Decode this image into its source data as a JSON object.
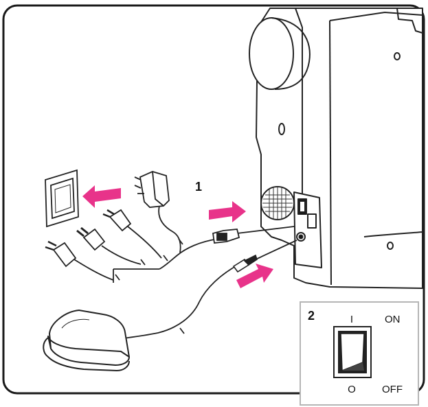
{
  "callouts": {
    "step1": "1",
    "step2": "2"
  },
  "switch_inset": {
    "on_symbol": "I",
    "on_label": "ON",
    "off_symbol": "O",
    "off_label": "OFF"
  },
  "colors": {
    "arrow": "#e8338a",
    "line": "#222222",
    "frame": "#1a1a1a",
    "inset_border": "#b5b5b5"
  },
  "icons": [
    "wall-socket-icon",
    "plug-adapter-icon",
    "europlug-icon",
    "us-plug-icon",
    "foot-controller-icon",
    "rocker-switch-icon",
    "sewing-machine-icon"
  ]
}
